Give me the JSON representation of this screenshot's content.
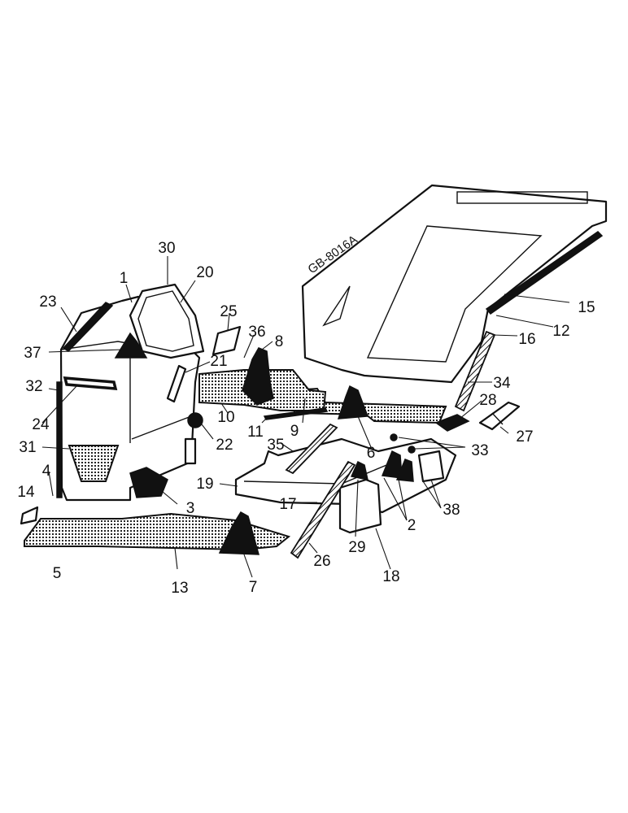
{
  "drawing_code": "GB-8016A",
  "callouts": [
    "1",
    "2",
    "3",
    "4",
    "5",
    "6",
    "7",
    "8",
    "9",
    "10",
    "11",
    "12",
    "13",
    "14",
    "15",
    "16",
    "17",
    "18",
    "19",
    "20",
    "21",
    "22",
    "23",
    "24",
    "25",
    "26",
    "27",
    "28",
    "29",
    "30",
    "31",
    "32",
    "33",
    "34",
    "35",
    "36",
    "37",
    "38"
  ]
}
